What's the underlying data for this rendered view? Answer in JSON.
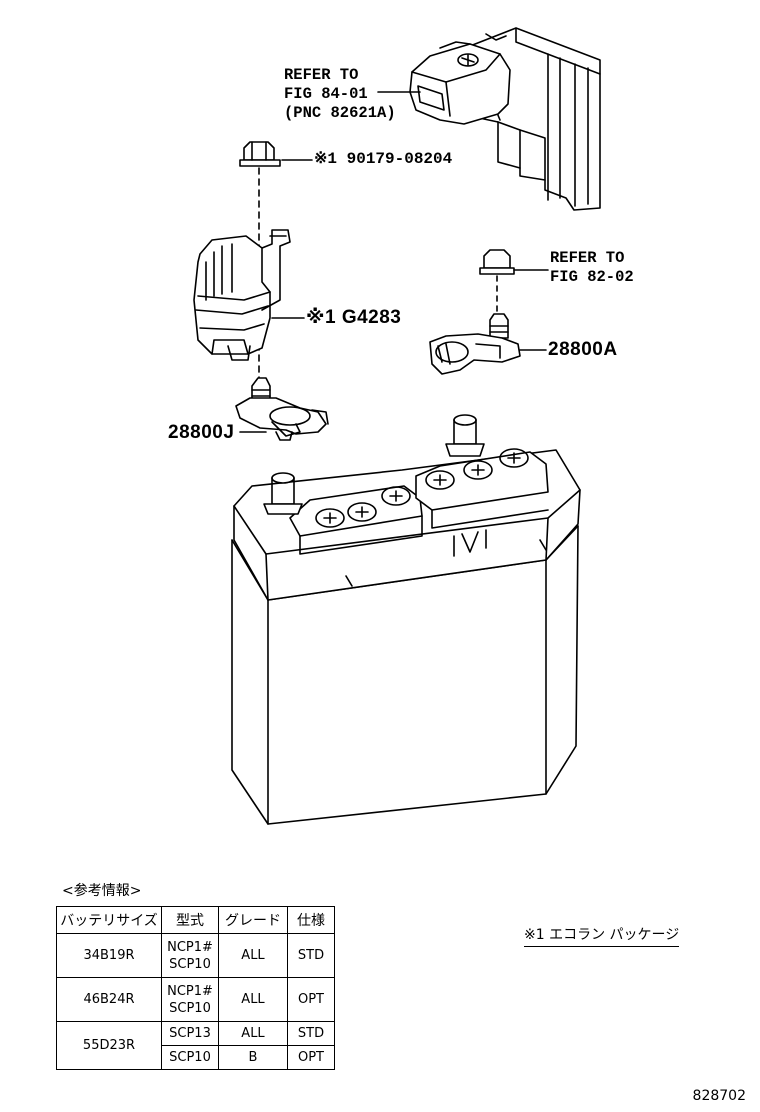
{
  "callouts": {
    "refer_fig84_line1": "REFER TO",
    "refer_fig84_line2": "FIG 84-01",
    "refer_fig84_line3": "(PNC 82621A)",
    "bolt_part": "※1 90179-08204",
    "refer_fig82_line1": "REFER TO",
    "refer_fig82_line2": "FIG 82-02",
    "cover_part": "※1 G4283",
    "clamp_positive": "28800A",
    "clamp_negative": "28800J"
  },
  "reference_table": {
    "caption": "<参考情報>",
    "headers": [
      "バッテリサイズ",
      "型式",
      "グレード",
      "仕様"
    ],
    "rows": [
      {
        "size": "34B19R",
        "model_lines": [
          "NCP1#",
          "SCP10"
        ],
        "grade": "ALL",
        "spec": "STD"
      },
      {
        "size": "46B24R",
        "model_lines": [
          "NCP1#",
          "SCP10"
        ],
        "grade": "ALL",
        "spec": "OPT"
      },
      {
        "size": "55D23R",
        "sub_rows": [
          {
            "model": "SCP13",
            "grade": "ALL",
            "spec": "STD"
          },
          {
            "model": "SCP10",
            "grade": "B",
            "spec": "OPT"
          }
        ]
      }
    ]
  },
  "footnote": "※1 エコラン パッケージ",
  "figure_id": "828702"
}
